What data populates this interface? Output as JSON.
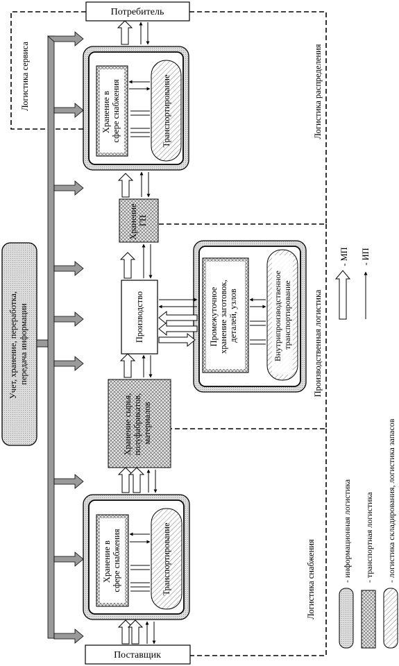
{
  "nodes": {
    "consumer": "Потребитель",
    "supplier": "Поставщик",
    "info_center": [
      "Учет, хранение, переработка,",
      "передача информации"
    ],
    "top_storage": [
      "Хранение в",
      "сфере снабжения"
    ],
    "top_transport": "Транспортирование",
    "bottom_storage": [
      "Хранение в",
      "сфере снабжения"
    ],
    "bottom_transport": "Транспортирование",
    "gp_storage": [
      "Хранение",
      "ГП"
    ],
    "production": "Производство",
    "raw_storage": [
      "Хранение сырья,",
      "полуфабрикатов,",
      "материалов"
    ],
    "intermediate_storage": [
      "Промежуточное",
      "хранение заготовок,",
      "деталей, узлов"
    ],
    "inner_transport": [
      "Внутрипроизводственное",
      "транспортирование"
    ]
  },
  "zones": {
    "service": "Логистика сервиса",
    "distribution": "Логистика распределения",
    "production": "Производственная логистика",
    "supply": "Логистика снабжения"
  },
  "flow_legend": {
    "material": "- МП",
    "information": "- ИП"
  },
  "legend": {
    "info": "- информационная логистика",
    "transport": "- транспортная логистика",
    "warehouse": "- логистика складирования, логистика запасов"
  }
}
